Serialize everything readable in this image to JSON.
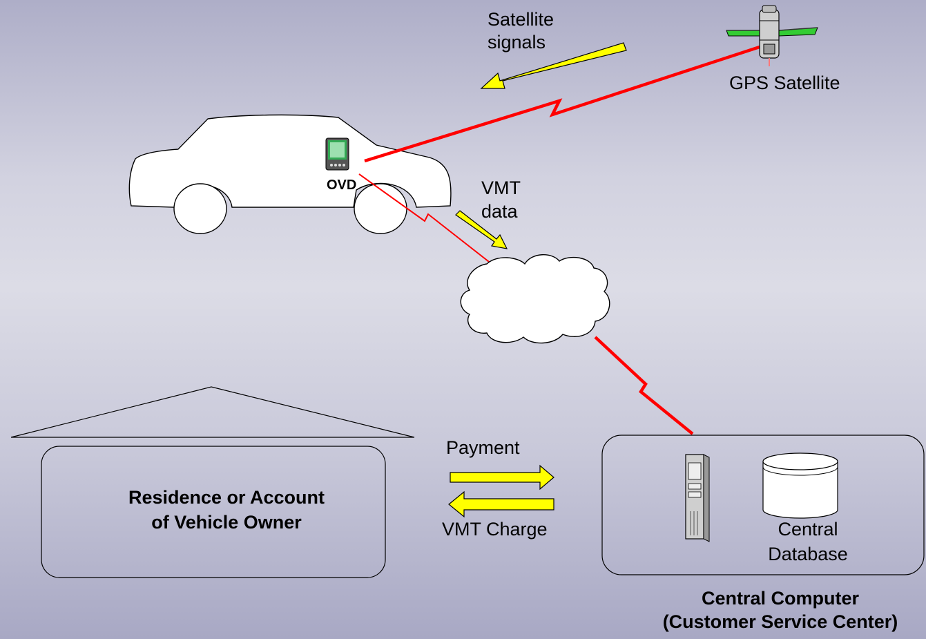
{
  "labels": {
    "satellite_signals_1": "Satellite",
    "satellite_signals_2": "signals",
    "gps_satellite": "GPS Satellite",
    "ovd": "OVD",
    "vmt_data_1": "VMT",
    "vmt_data_2": "data",
    "payment": "Payment",
    "vmt_charge": "VMT Charge",
    "residence_1": "Residence or Account",
    "residence_2": "of Vehicle Owner",
    "central_database_1": "Central",
    "central_database_2": "Database",
    "central_computer_1": "Central Computer",
    "central_computer_2": "(Customer Service Center)"
  },
  "icons": [
    "car-icon",
    "ovd-device-icon",
    "gps-satellite-icon",
    "cloud-network-icon",
    "server-icon",
    "database-icon",
    "house-roof-icon"
  ],
  "colors": {
    "signal_link": "#ff0000",
    "arrow_fill": "#ffff00",
    "satellite_panel": "#33cc33",
    "ovd_screen": "#33aa55"
  }
}
